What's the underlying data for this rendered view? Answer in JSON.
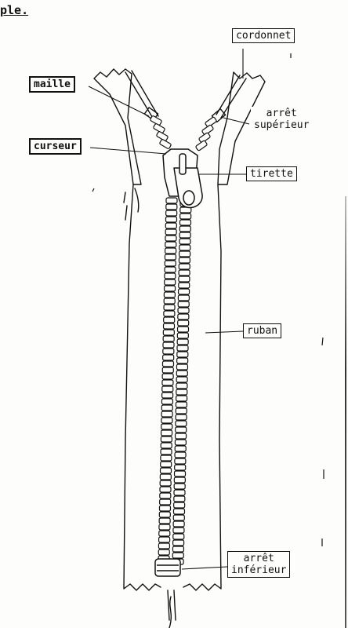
{
  "heading_fragment": "ple.",
  "labels": {
    "cordonnet": "cordonnet",
    "maille": "maille",
    "arret_superieur_line1": "arrêt",
    "arret_superieur_line2": "supérieur",
    "curseur": "curseur",
    "tirette": "tirette",
    "ruban": "ruban",
    "arret_inferieur_line1": "arrêt",
    "arret_inferieur_line2": "inférieur"
  },
  "colors": {
    "ink": "#111111",
    "paper": "#fdfdfb"
  }
}
